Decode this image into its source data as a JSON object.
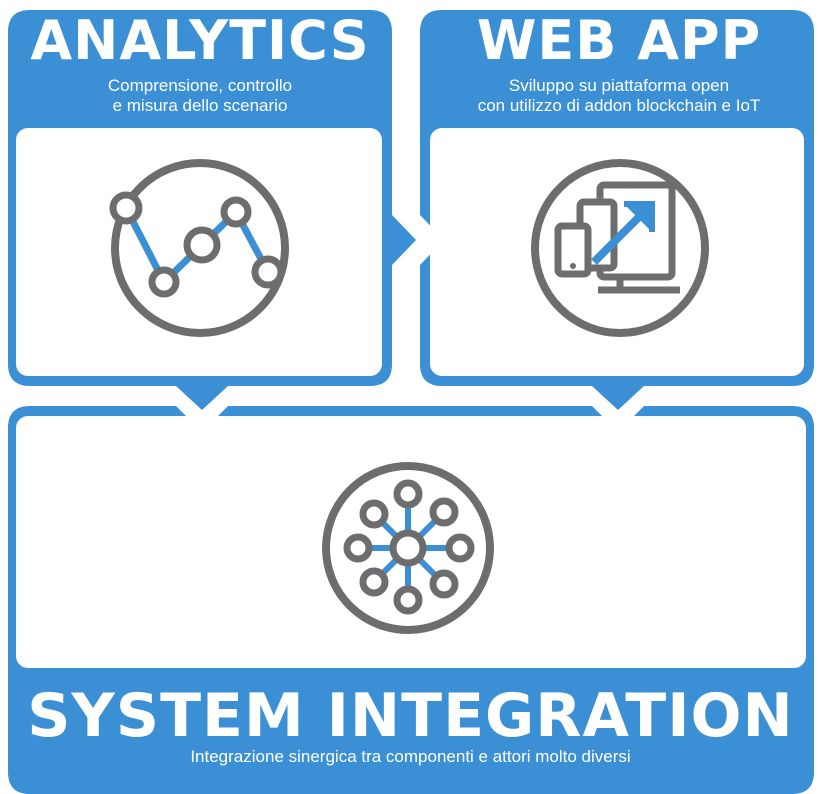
{
  "panels": {
    "analytics": {
      "title": "ANALYTICS",
      "subtitle_line1": "Comprensione, controllo",
      "subtitle_line2": "e misura dello scenario",
      "icon": "line-chart-nodes-icon"
    },
    "web_app": {
      "title": "WEB APP",
      "subtitle_line1": "Sviluppo su piattaforma open",
      "subtitle_line2": "con utilizzo di addon blockchain e IoT",
      "icon": "devices-growth-arrow-icon"
    },
    "system_integration": {
      "title": "SYSTEM INTEGRATION",
      "subtitle": "Integrazione sinergica tra componenti e attori molto diversi",
      "icon": "hub-network-icon"
    }
  },
  "colors": {
    "accent_blue": "#3b8fd4",
    "icon_gray": "#6d6d6d",
    "background": "#ffffff"
  }
}
